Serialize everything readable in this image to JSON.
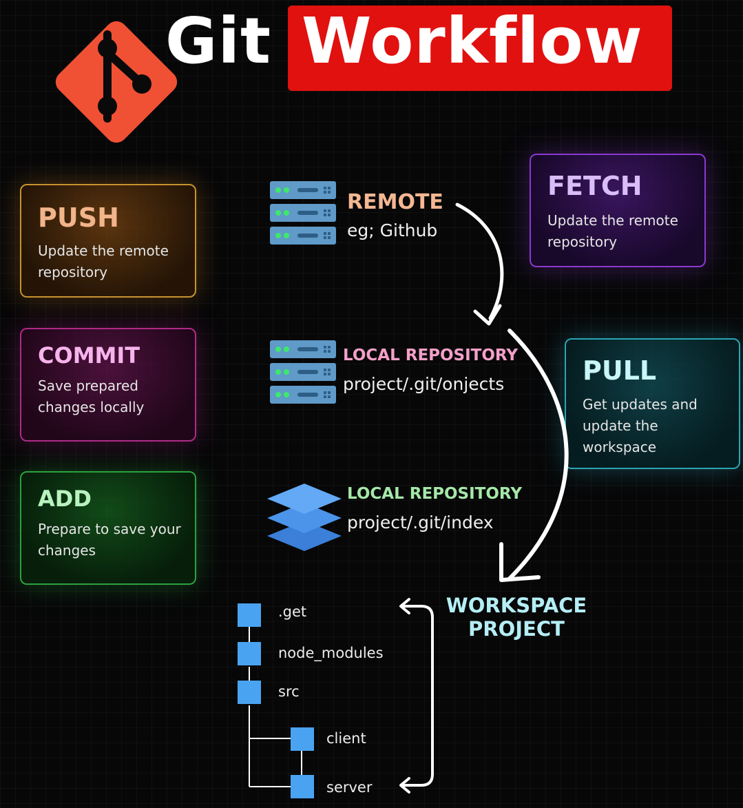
{
  "header": {
    "title_part1": "Git",
    "title_part2": "Workflow",
    "logo_icon": "git-logo-icon",
    "colors": {
      "logo": "#f05033",
      "title_box": "#e0110f"
    }
  },
  "commands": {
    "push": {
      "name": "PUSH",
      "description": "Update the remote repository",
      "color": "#c8922e"
    },
    "commit": {
      "name": "COMMIT",
      "description": "Save prepared changes locally",
      "color": "#b02a86"
    },
    "add": {
      "name": "ADD",
      "description": "Prepare to save your changes",
      "color": "#2ca23e"
    },
    "fetch": {
      "name": "FETCH",
      "description": "Update the remote repository",
      "color": "#8a3ad0"
    },
    "pull": {
      "name": "PULL",
      "description": "Get updates and update the workspace",
      "color": "#2aa6b2"
    }
  },
  "nodes": {
    "remote": {
      "title": "REMOTE",
      "subtitle": "eg; Github",
      "icon": "server-icon"
    },
    "local_repository_objects": {
      "title": "LOCAL REPOSITORY",
      "subtitle": "project/.git/onjects",
      "icon": "server-icon"
    },
    "local_repository_index": {
      "title": "LOCAL REPOSITORY",
      "subtitle": "project/.git/index",
      "icon": "layers-icon"
    },
    "workspace": {
      "title_line1": "WORKSPACE",
      "title_line2": "PROJECT"
    }
  },
  "file_tree": {
    "items": [
      ".get",
      "node_modules",
      "src",
      "client",
      "server"
    ]
  }
}
